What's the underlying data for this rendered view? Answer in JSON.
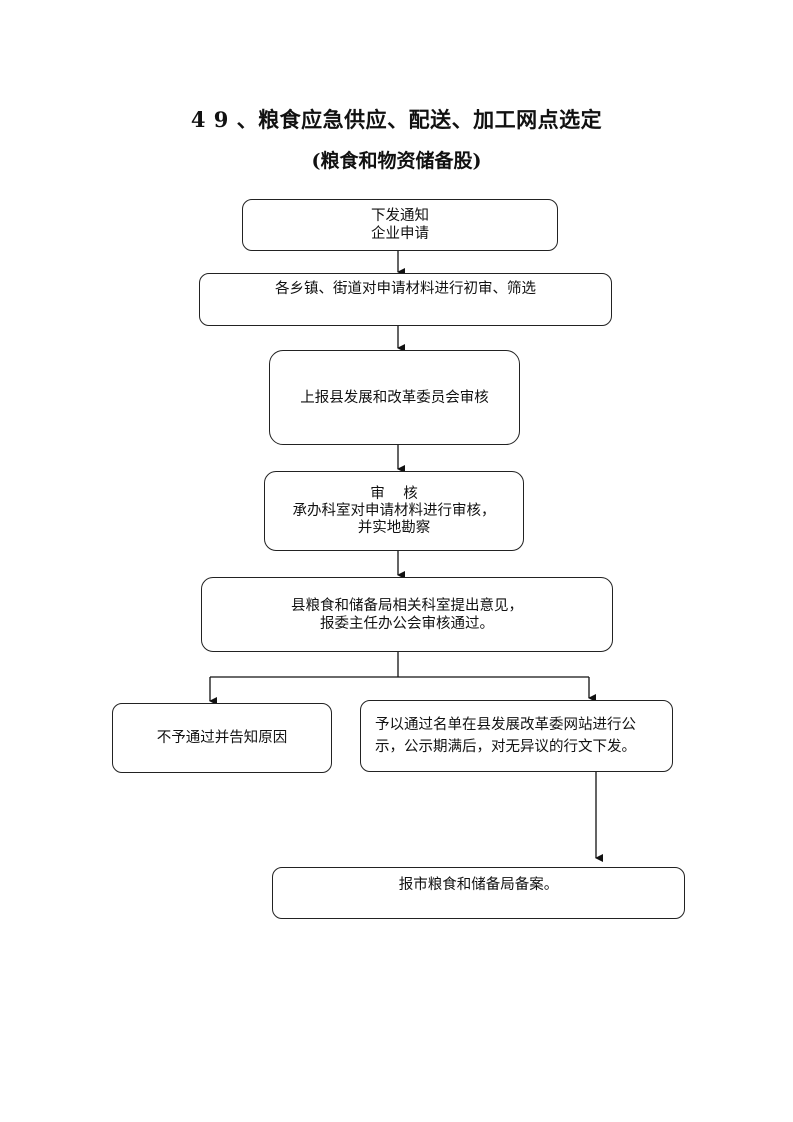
{
  "title": {
    "main": "4 9 、粮食应急供应、配送、加工网点选定",
    "sub": "(粮食和物资储备股)"
  },
  "steps": {
    "s1": {
      "lines": [
        "下发通知",
        "企业申请"
      ]
    },
    "s2": {
      "lines": [
        "各乡镇、街道对申请材料进行初审、筛选"
      ]
    },
    "s3": {
      "lines": [
        "上报县发展和改革委员会审核"
      ]
    },
    "s4": {
      "lines": [
        "审    核",
        "承办科室对申请材料进行审核，",
        "并实地勘察"
      ]
    },
    "s5": {
      "lines": [
        "县粮食和储备局相关科室提出意见，",
        "报委主任办公会审核通过。"
      ]
    },
    "s6": {
      "lines": [
        "不予通过并告知原因"
      ]
    },
    "s7": {
      "lines": [
        "予以通过名单在县发展改革委网站进行公",
        "示，公示期满后，对无异议的行文下发。"
      ]
    },
    "s8": {
      "lines": [
        "报市粮食和储备局备案。"
      ]
    }
  }
}
